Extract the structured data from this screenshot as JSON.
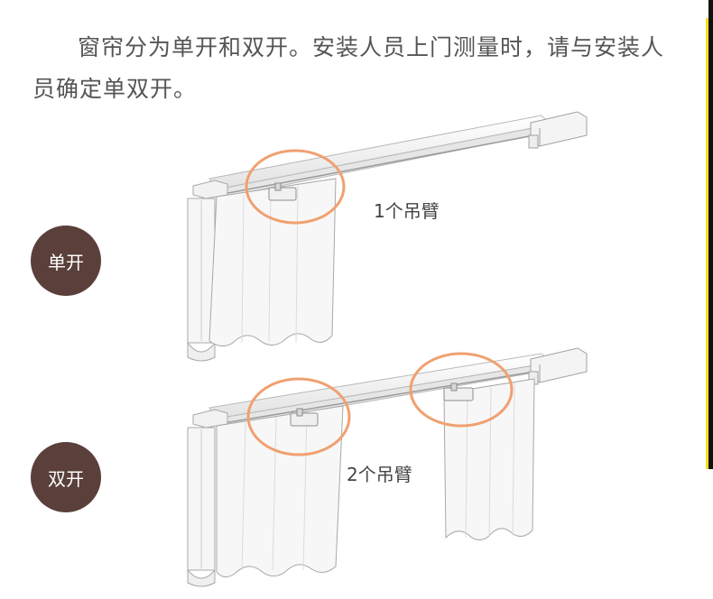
{
  "intro": {
    "text": "窗帘分为单开和双开。安装人员上门测量时，请与安装人员确定单双开。"
  },
  "sections": [
    {
      "label": "单开",
      "caption": "1个吊臂"
    },
    {
      "label": "双开",
      "caption": "2个吊臂"
    }
  ],
  "colors": {
    "highlight_circle": "#f0a070",
    "badge_bg": "#5a3f3a",
    "text": "#555555",
    "edge_yellow": "#f7e020"
  },
  "icons": {
    "motor": "curtain-motor-icon",
    "hanger": "hanger-arm-icon"
  }
}
